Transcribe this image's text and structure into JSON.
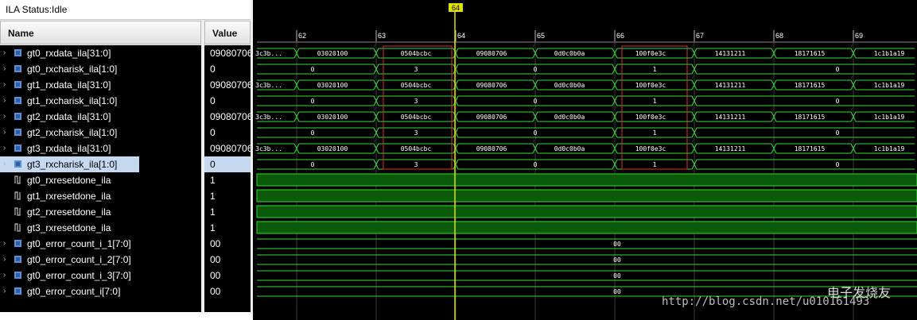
{
  "status": {
    "text": "ILA Status:Idle"
  },
  "headers": {
    "name": "Name",
    "value": "Value"
  },
  "rows": [
    {
      "name": "gt0_rxdata_ila[31:0]",
      "value": "09080706",
      "kind": "bus"
    },
    {
      "name": "gt0_rxcharisk_ila[1:0]",
      "value": "0",
      "kind": "bus"
    },
    {
      "name": "gt1_rxdata_ila[31:0]",
      "value": "09080706",
      "kind": "bus"
    },
    {
      "name": "gt1_rxcharisk_ila[1:0]",
      "value": "0",
      "kind": "bus"
    },
    {
      "name": "gt2_rxdata_ila[31:0]",
      "value": "09080706",
      "kind": "bus"
    },
    {
      "name": "gt2_rxcharisk_ila[1:0]",
      "value": "0",
      "kind": "bus"
    },
    {
      "name": "gt3_rxdata_ila[31:0]",
      "value": "09080706",
      "kind": "bus"
    },
    {
      "name": "gt3_rxcharisk_ila[1:0]",
      "value": "0",
      "kind": "bus",
      "selected": true
    },
    {
      "name": "gt0_rxresetdone_ila",
      "value": "1",
      "kind": "bit"
    },
    {
      "name": "gt1_rxresetdone_ila",
      "value": "1",
      "kind": "bit"
    },
    {
      "name": "gt2_rxresetdone_ila",
      "value": "1",
      "kind": "bit"
    },
    {
      "name": "gt3_rxresetdone_ila",
      "value": "1",
      "kind": "bit"
    },
    {
      "name": "gt0_error_count_i_1[7:0]",
      "value": "00",
      "kind": "bus"
    },
    {
      "name": "gt0_error_count_i_2[7:0]",
      "value": "00",
      "kind": "bus"
    },
    {
      "name": "gt0_error_count_i_3[7:0]",
      "value": "00",
      "kind": "bus"
    },
    {
      "name": "gt0_error_count_i[7:0]",
      "value": "00",
      "kind": "bus"
    }
  ],
  "timeline": {
    "cursor_label": "64",
    "ticks": [
      "62",
      "63",
      "64",
      "65",
      "66",
      "67",
      "68",
      "69"
    ]
  },
  "waves": {
    "rxdata_segments": [
      "3c3b...",
      "03020100",
      "0504bcbc",
      "09080706",
      "0d0c0b0a",
      "100f0e3c",
      "14131211",
      "18171615",
      "1c1b1a19"
    ],
    "charisk_segments": [
      "0",
      "3",
      "0",
      "1",
      "0"
    ],
    "error_value": "00"
  },
  "watermark": {
    "url": "http://blog.csdn.net/u010161493",
    "logo_text": "电子发烧友"
  },
  "colors": {
    "wave": "#33dd33",
    "cursor": "#e0e000",
    "highlight": "#e03030",
    "bit_fill": "#0a5a0a",
    "selection": "#c5d9f1"
  }
}
